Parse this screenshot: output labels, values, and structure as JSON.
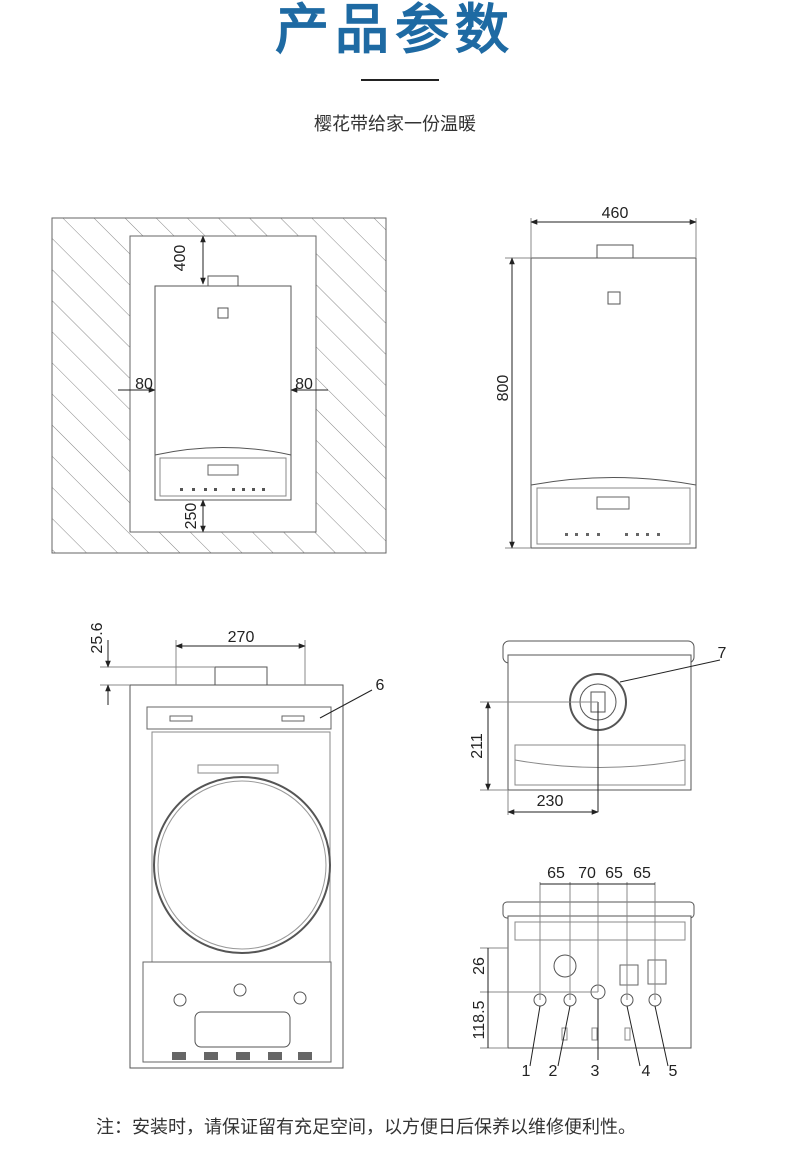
{
  "header": {
    "title": "产品参数",
    "subtitle": "樱花带给家一份温暖"
  },
  "install_view": {
    "top": "400",
    "left": "80",
    "right": "80",
    "bottom": "250"
  },
  "front_view": {
    "width": "460",
    "height": "800"
  },
  "side_view": {
    "top_offset": "25.6",
    "width": "270",
    "callout": "6"
  },
  "top_view": {
    "height": "211",
    "width": "230",
    "callout": "7"
  },
  "bottom_view": {
    "spacings": [
      "65",
      "70",
      "65",
      "65"
    ],
    "v1": "26",
    "v2": "118.5",
    "pipes": [
      "1",
      "2",
      "3",
      "4",
      "5"
    ]
  },
  "footer": {
    "note": "注：安装时，请保证留有充足空间，以方便日后保养以维修便利性。"
  }
}
